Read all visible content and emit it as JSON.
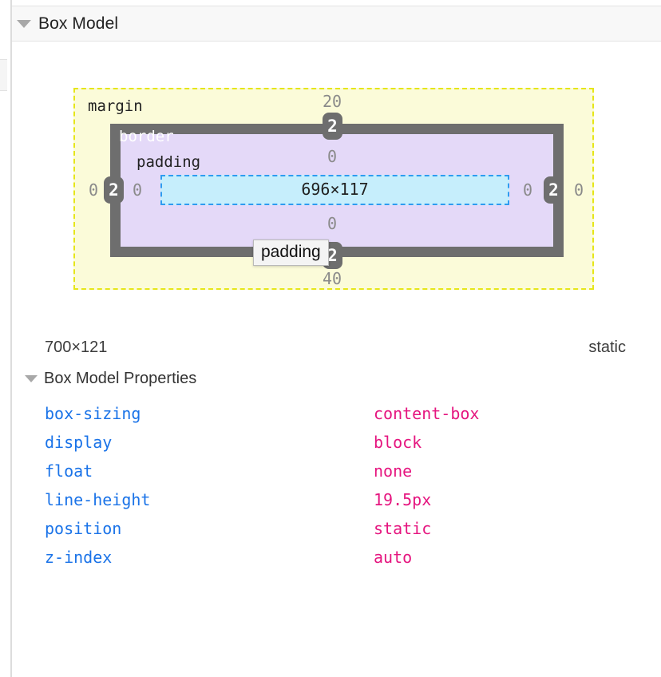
{
  "section": {
    "title": "Box Model",
    "twisty_icon": "chevron-down-icon",
    "expanded": true
  },
  "box_model": {
    "layers": {
      "margin_label": "margin",
      "border_label": "border",
      "padding_label": "padding"
    },
    "content_size": "696×117",
    "edges": {
      "margin_top": "20",
      "margin_right": "0",
      "margin_bottom": "40",
      "margin_left": "0",
      "border_top": "2",
      "border_right": "2",
      "border_bottom": "2",
      "border_left": "2",
      "padding_top": "0",
      "padding_right": "0",
      "padding_bottom": "0",
      "padding_left": "0"
    },
    "tooltip": {
      "text": "padding",
      "visible": true
    },
    "colors": {
      "margin_fill": "#fbfbd9",
      "margin_stroke": "#e6e619",
      "border_fill": "#6e6e6e",
      "padding_fill": "#e4d9f8",
      "content_fill": "#c6eefc",
      "content_stroke": "#2e9cf0",
      "badge_fill": "#6e6e6e",
      "edge_value_text": "#8a8a8a"
    }
  },
  "summary": {
    "element_size": "700×121",
    "position_value": "static"
  },
  "properties_section": {
    "title": "Box Model Properties",
    "twisty_icon": "chevron-down-icon",
    "expanded": true,
    "rows": [
      {
        "name": "box-sizing",
        "value": "content-box"
      },
      {
        "name": "display",
        "value": "block"
      },
      {
        "name": "float",
        "value": "none"
      },
      {
        "name": "line-height",
        "value": "19.5px"
      },
      {
        "name": "position",
        "value": "static"
      },
      {
        "name": "z-index",
        "value": "auto"
      }
    ],
    "colors": {
      "property_name": "#1a73e8",
      "property_value": "#e5157f"
    }
  }
}
